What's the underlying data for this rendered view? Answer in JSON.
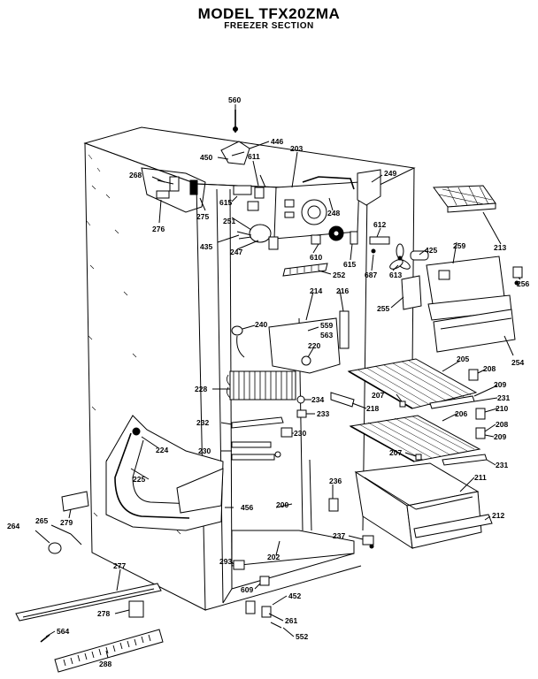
{
  "header": {
    "title": "MODEL TFX20ZMA",
    "subtitle": "FREEZER SECTION"
  },
  "parts": [
    {
      "id": "p560",
      "label": "560"
    },
    {
      "id": "p446",
      "label": "446"
    },
    {
      "id": "p450",
      "label": "450"
    },
    {
      "id": "p611",
      "label": "611"
    },
    {
      "id": "p203",
      "label": "203"
    },
    {
      "id": "p249",
      "label": "249"
    },
    {
      "id": "p268",
      "label": "268"
    },
    {
      "id": "p615a",
      "label": "615"
    },
    {
      "id": "p248",
      "label": "248"
    },
    {
      "id": "p275",
      "label": "275"
    },
    {
      "id": "p251",
      "label": "251"
    },
    {
      "id": "p612",
      "label": "612"
    },
    {
      "id": "p276",
      "label": "276"
    },
    {
      "id": "p213",
      "label": "213"
    },
    {
      "id": "p435",
      "label": "435"
    },
    {
      "id": "p247",
      "label": "247"
    },
    {
      "id": "p610",
      "label": "610"
    },
    {
      "id": "p425",
      "label": "425"
    },
    {
      "id": "p259",
      "label": "259"
    },
    {
      "id": "p615b",
      "label": "615"
    },
    {
      "id": "p687",
      "label": "687"
    },
    {
      "id": "p613",
      "label": "613"
    },
    {
      "id": "p256",
      "label": "256"
    },
    {
      "id": "p252",
      "label": "252"
    },
    {
      "id": "p214",
      "label": "214"
    },
    {
      "id": "p216",
      "label": "216"
    },
    {
      "id": "p255",
      "label": "255"
    },
    {
      "id": "p240",
      "label": "240"
    },
    {
      "id": "p559",
      "label": "559"
    },
    {
      "id": "p563",
      "label": "563"
    },
    {
      "id": "p220",
      "label": "220"
    },
    {
      "id": "p254",
      "label": "254"
    },
    {
      "id": "p205",
      "label": "205"
    },
    {
      "id": "p208a",
      "label": "208"
    },
    {
      "id": "p228",
      "label": "228"
    },
    {
      "id": "p207a",
      "label": "207"
    },
    {
      "id": "p209a",
      "label": "209"
    },
    {
      "id": "p234",
      "label": "234"
    },
    {
      "id": "p231a",
      "label": "231"
    },
    {
      "id": "p218",
      "label": "218"
    },
    {
      "id": "p233",
      "label": "233"
    },
    {
      "id": "p210",
      "label": "210"
    },
    {
      "id": "p206",
      "label": "206"
    },
    {
      "id": "p232",
      "label": "232"
    },
    {
      "id": "p208b",
      "label": "208"
    },
    {
      "id": "p230a",
      "label": "230"
    },
    {
      "id": "p209b",
      "label": "209"
    },
    {
      "id": "p224",
      "label": "224"
    },
    {
      "id": "p230b",
      "label": "230"
    },
    {
      "id": "p207b",
      "label": "207"
    },
    {
      "id": "p231b",
      "label": "231"
    },
    {
      "id": "p225",
      "label": "225"
    },
    {
      "id": "p211",
      "label": "211"
    },
    {
      "id": "p236",
      "label": "236"
    },
    {
      "id": "p456",
      "label": "456"
    },
    {
      "id": "p200",
      "label": "200"
    },
    {
      "id": "p212",
      "label": "212"
    },
    {
      "id": "p279",
      "label": "279"
    },
    {
      "id": "p265",
      "label": "265"
    },
    {
      "id": "p264",
      "label": "264"
    },
    {
      "id": "p237",
      "label": "237"
    },
    {
      "id": "p202",
      "label": "202"
    },
    {
      "id": "p277",
      "label": "277"
    },
    {
      "id": "p293",
      "label": "293"
    },
    {
      "id": "p609",
      "label": "609"
    },
    {
      "id": "p452",
      "label": "452"
    },
    {
      "id": "p278",
      "label": "278"
    },
    {
      "id": "p261",
      "label": "261"
    },
    {
      "id": "p564",
      "label": "564"
    },
    {
      "id": "p552",
      "label": "552"
    },
    {
      "id": "p288",
      "label": "288"
    }
  ]
}
